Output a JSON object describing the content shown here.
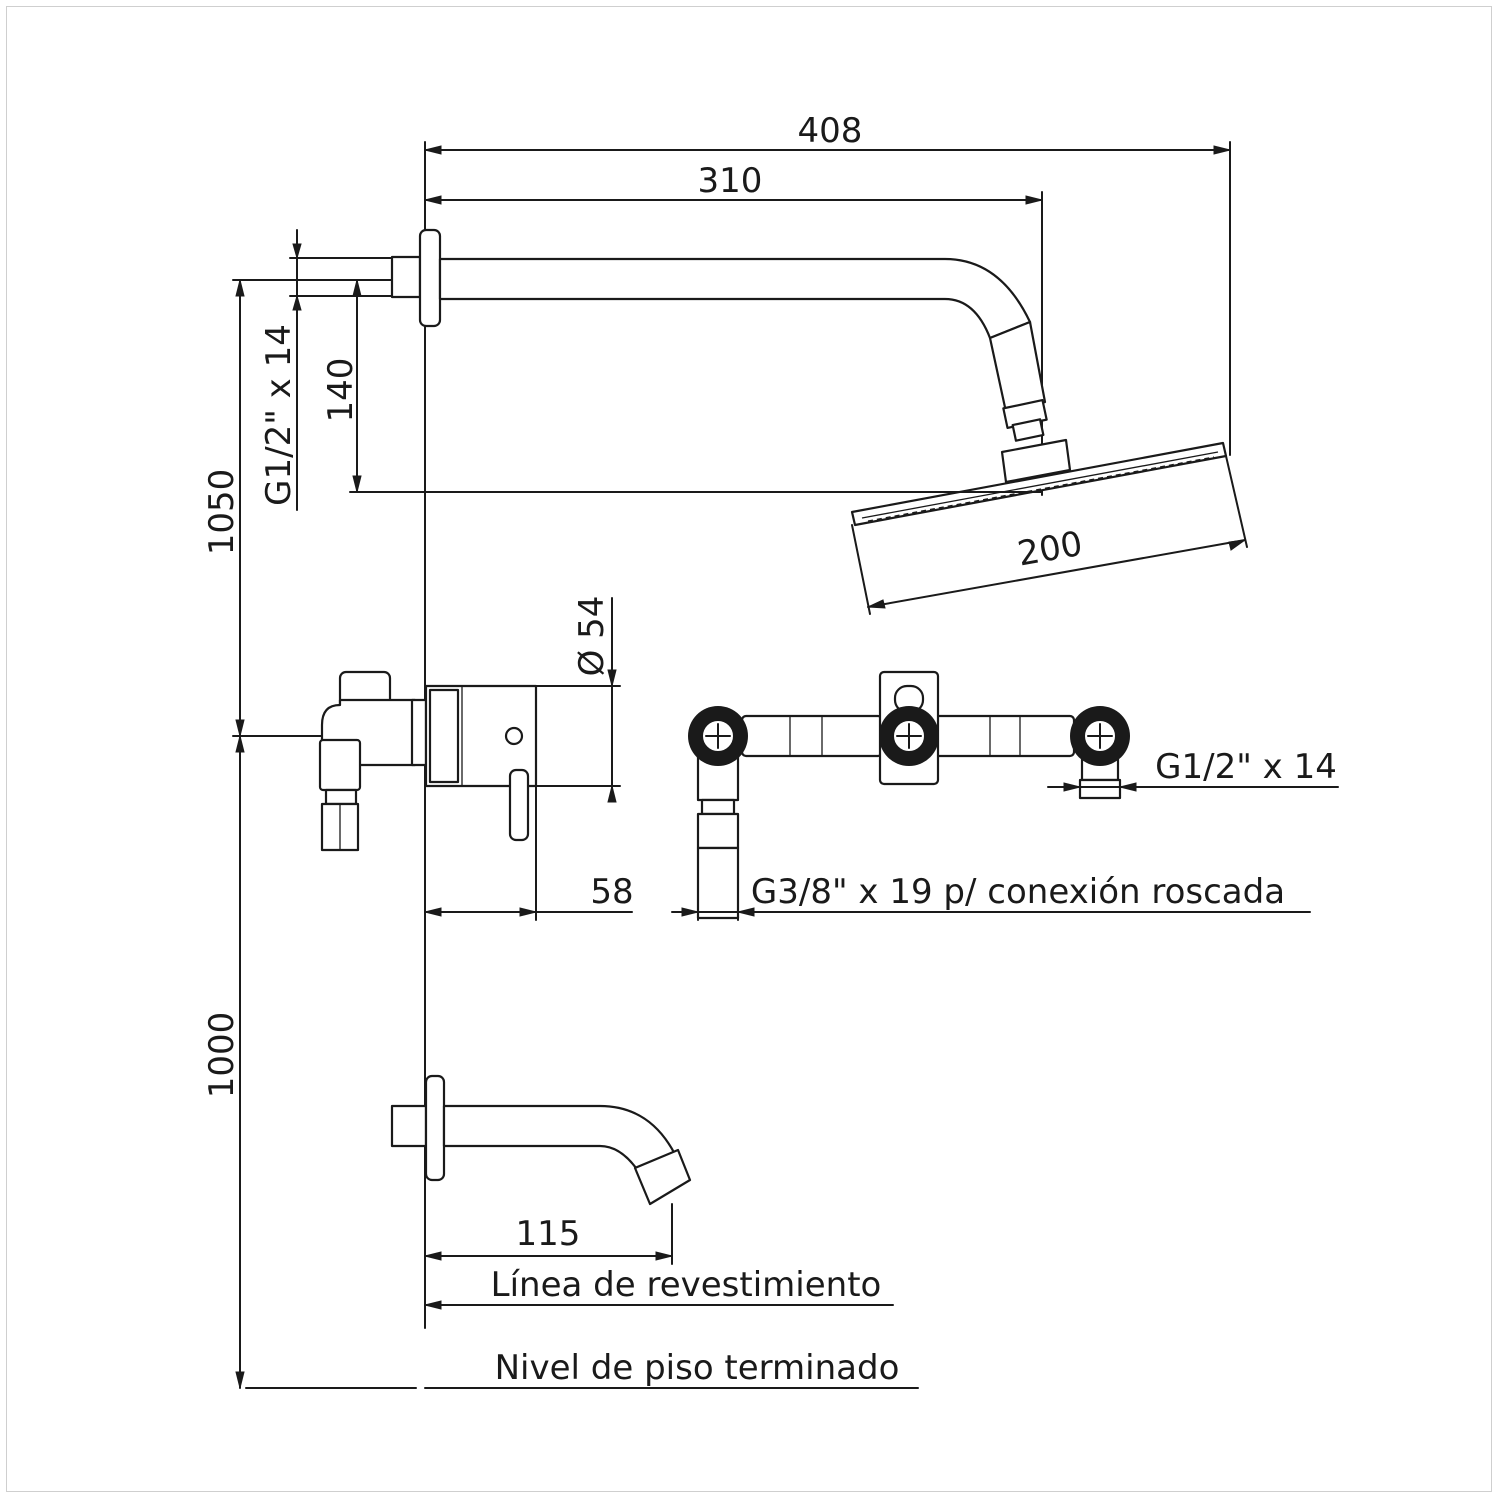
{
  "dimensions": {
    "overall_width": "408",
    "arm_length": "310",
    "shower_head": "200",
    "arm_drop": "140",
    "arm_thread": "G1/2\" x 14",
    "head_height": "1050",
    "handle_diameter": "Ø 54",
    "handle_projection": "58",
    "outlet_thread": "G1/2\" x 14",
    "inlet_thread": "G3/8\" x 19 p/ conexión roscada",
    "spout_height": "1000",
    "spout_length": "115"
  },
  "references": {
    "wall_line": "Línea de revestimiento",
    "floor_line": "Nivel de piso terminado"
  }
}
